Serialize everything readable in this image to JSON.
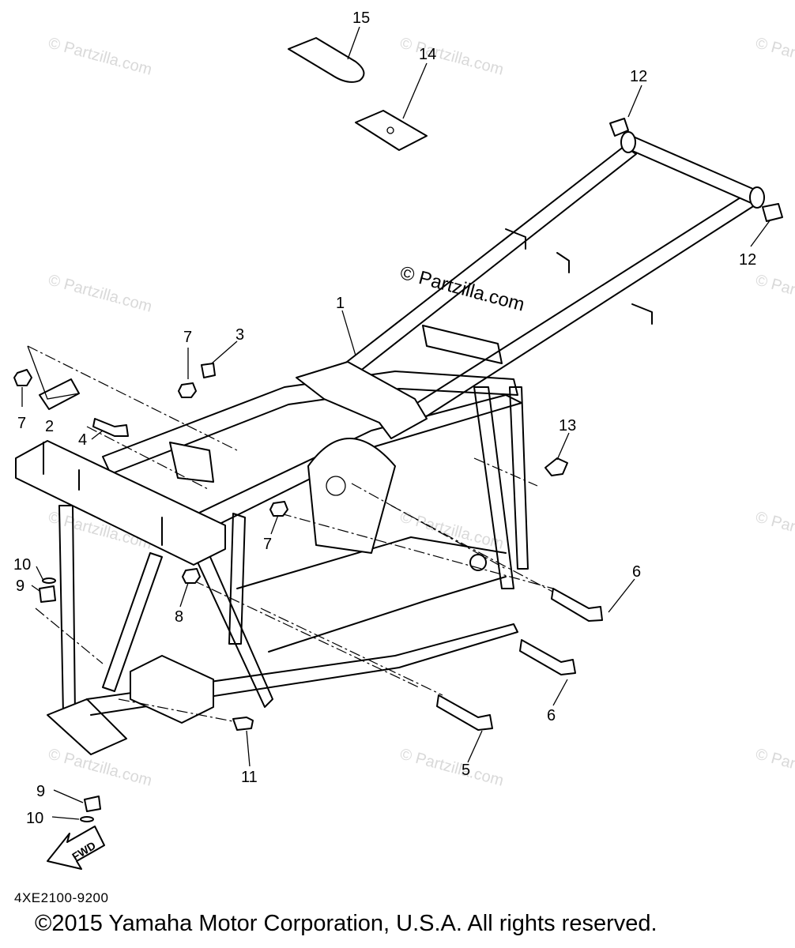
{
  "diagram": {
    "callouts": [
      {
        "label": "15"
      },
      {
        "label": "14"
      },
      {
        "label": "12"
      },
      {
        "label": "12"
      },
      {
        "label": "1"
      },
      {
        "label": "3"
      },
      {
        "label": "7"
      },
      {
        "label": "7"
      },
      {
        "label": "2"
      },
      {
        "label": "4"
      },
      {
        "label": "13"
      },
      {
        "label": "7"
      },
      {
        "label": "10"
      },
      {
        "label": "9"
      },
      {
        "label": "8"
      },
      {
        "label": "6"
      },
      {
        "label": "6"
      },
      {
        "label": "11"
      },
      {
        "label": "5"
      },
      {
        "label": "9"
      },
      {
        "label": "10"
      }
    ],
    "fwd_label": "FWD"
  },
  "watermarks": {
    "partzilla_center": "© Partzilla.com",
    "partzilla_faint": "© Partzilla.com"
  },
  "part_number": "4XE2100-9200",
  "copyright": "©2015 Yamaha Motor Corporation, U.S.A. All rights reserved."
}
